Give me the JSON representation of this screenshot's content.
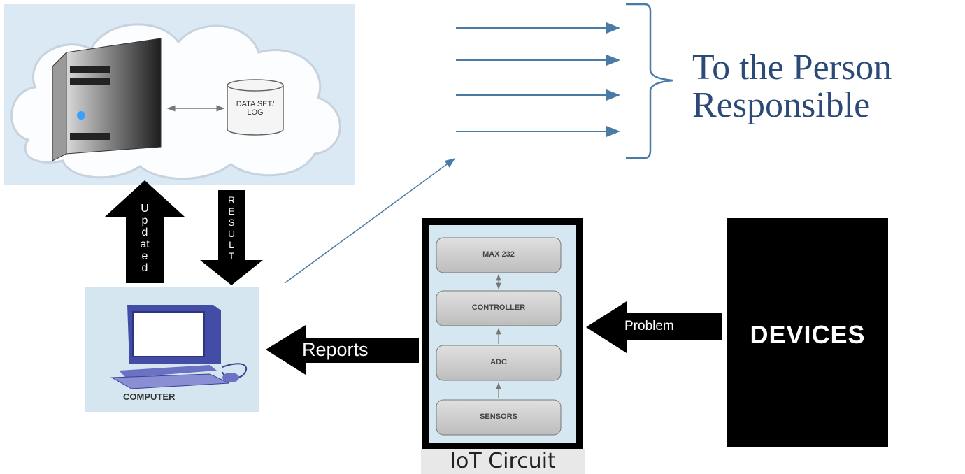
{
  "cloud": {
    "datastore_label_line1": "DATA SET/",
    "datastore_label_line2": "LOG"
  },
  "person": {
    "line1": "To the Person",
    "line2": "Responsible"
  },
  "arrows": {
    "updated_letters": [
      "U",
      "p",
      "d",
      "at",
      "e",
      "d"
    ],
    "result_letters": [
      "R",
      "E",
      "S",
      "U",
      "L",
      "T"
    ],
    "reports": "Reports",
    "problem": "Problem"
  },
  "computer": {
    "label": "COMPUTER"
  },
  "iot": {
    "blocks": [
      "MAX 232",
      "CONTROLLER",
      "ADC",
      "SENSORS"
    ],
    "caption": "IoT Circuit"
  },
  "devices": {
    "label": "DEVICES"
  },
  "colors": {
    "cloud_bg": "#dbe9f5",
    "line_blue": "#4a7aa6",
    "text_blue": "#2b4a78",
    "iot_inner": "#d5e7f0"
  }
}
